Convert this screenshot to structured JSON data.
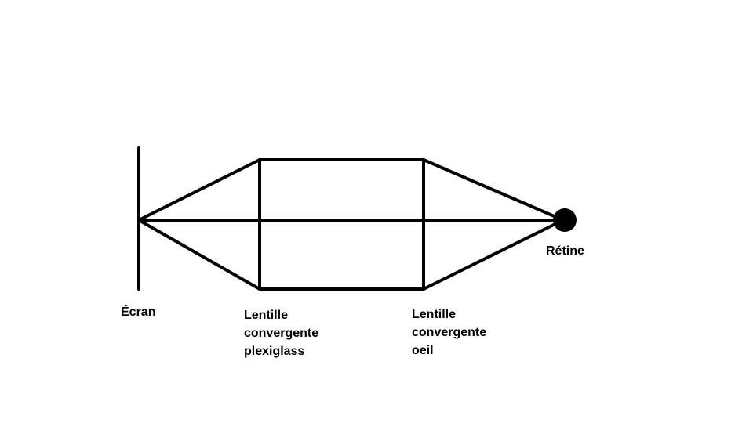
{
  "diagram": {
    "colors": {
      "stroke": "#000000",
      "background": "#ffffff"
    },
    "labels": {
      "ecran": "Écran",
      "retine": "Rétine",
      "lens_plexiglass": [
        "Lentille",
        "convergente",
        "plexiglass"
      ],
      "lens_eye": [
        "Lentille",
        "convergente",
        "oeil"
      ]
    }
  }
}
